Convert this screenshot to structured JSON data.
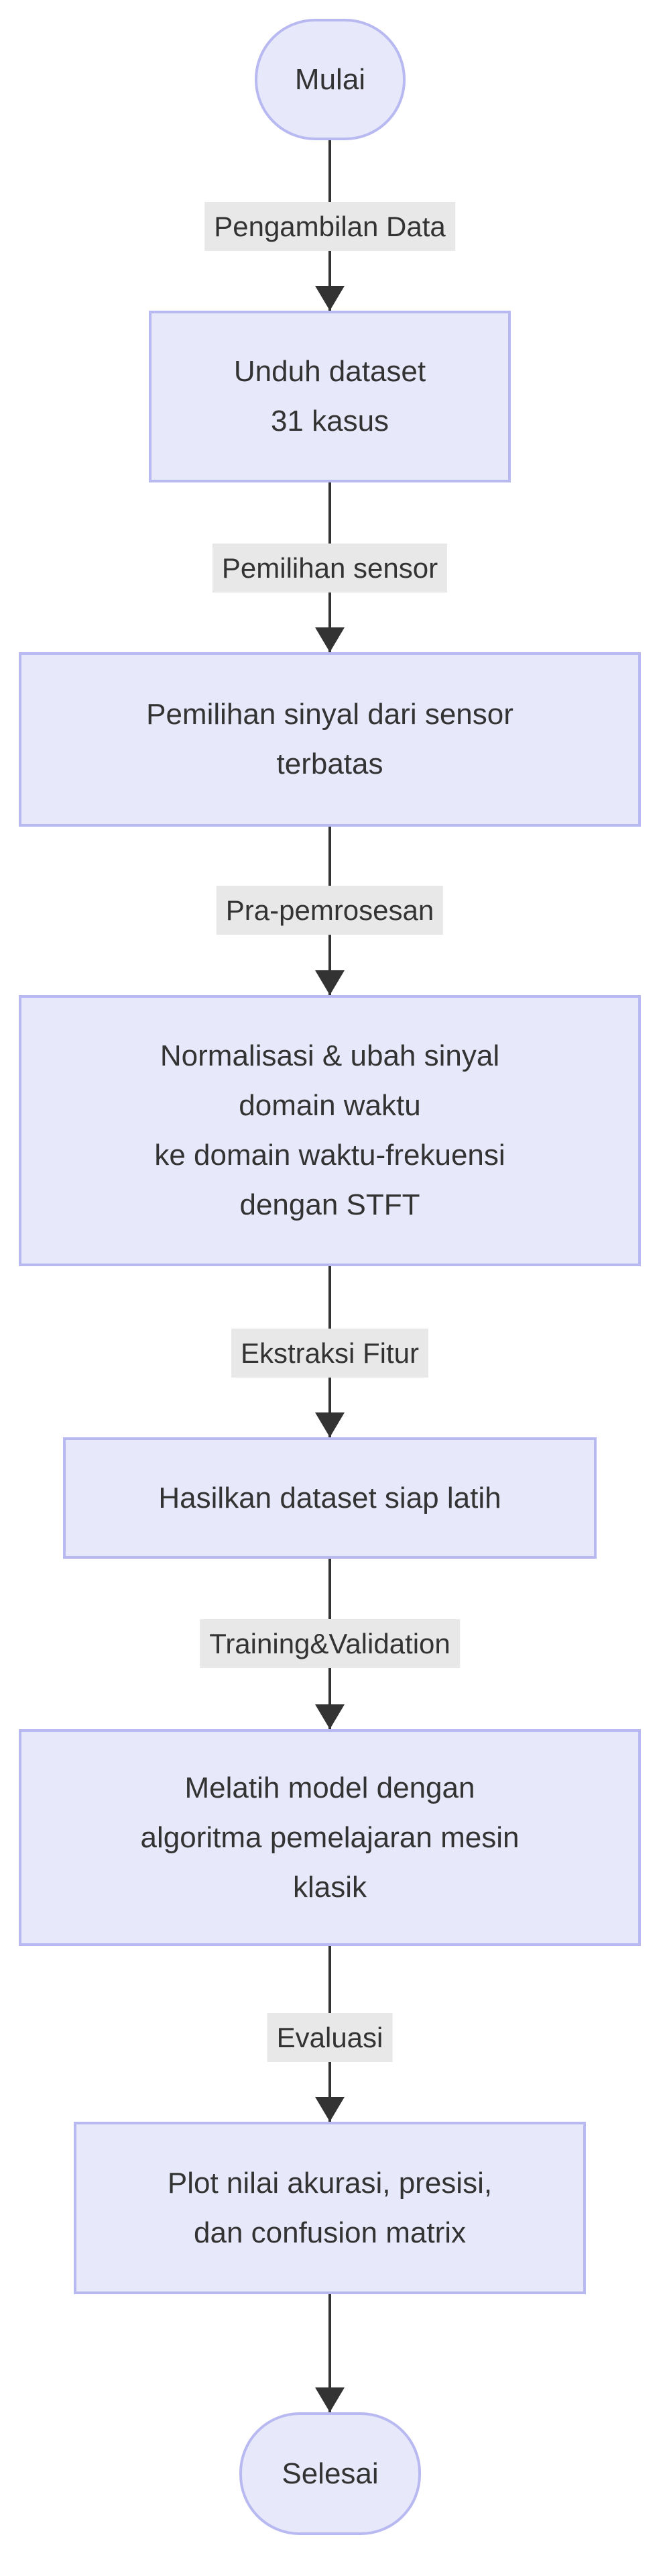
{
  "colors": {
    "node_fill": "#e8e8fb",
    "node_border": "#b9b9f2",
    "text_color": "#333333",
    "edge_color": "#333333",
    "label_bg": "#e8e8e8",
    "canvas_bg": "#ffffff"
  },
  "diagram": {
    "type": "flowchart-top-down",
    "start": {
      "label": "Mulai"
    },
    "end": {
      "label": "Selesai"
    },
    "steps": [
      {
        "edge_label": "Pengambilan Data",
        "node_lines": [
          "Unduh dataset",
          "31 kasus"
        ]
      },
      {
        "edge_label": "Pemilihan sensor",
        "node_lines": [
          "Pemilihan sinyal dari sensor",
          "terbatas"
        ]
      },
      {
        "edge_label": "Pra-pemrosesan",
        "node_lines": [
          "Normalisasi & ubah sinyal",
          "domain waktu",
          "ke domain waktu-frekuensi",
          "dengan STFT"
        ]
      },
      {
        "edge_label": "Ekstraksi Fitur",
        "node_lines": [
          "Hasilkan dataset siap latih"
        ]
      },
      {
        "edge_label": "Training&Validation",
        "node_lines": [
          "Melatih model dengan",
          "algoritma pemelajaran mesin",
          "klasik"
        ]
      },
      {
        "edge_label": "Evaluasi",
        "node_lines": [
          "Plot nilai akurasi, presisi,",
          "dan confusion matrix"
        ]
      }
    ]
  }
}
